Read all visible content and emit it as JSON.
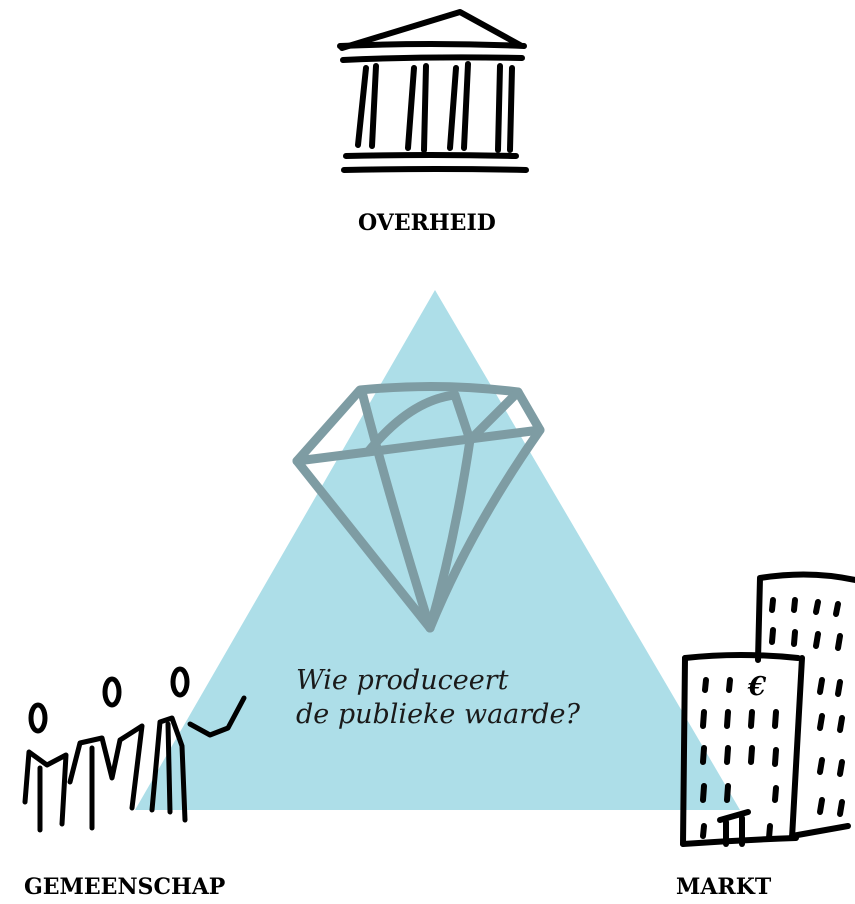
{
  "labels": {
    "top": "OVERHEID",
    "bottom_left": "GEMEENSCHAP",
    "bottom_right": "MARKT"
  },
  "question": {
    "line1": "Wie produceert",
    "line2": "de publieke waarde?"
  },
  "colors": {
    "triangle": "#addee8",
    "diamond": "#7e9ca3",
    "ink": "#000000"
  },
  "icons": {
    "top": "government-building-icon",
    "center": "diamond-icon",
    "bottom_left": "people-icon",
    "bottom_right": "office-buildings-icon",
    "currency": "euro-sign"
  },
  "currency_symbol": "€"
}
